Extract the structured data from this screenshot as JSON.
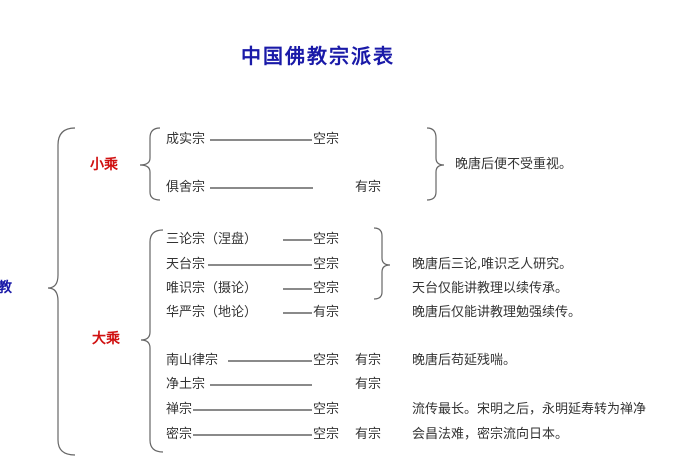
{
  "title": "中国佛教宗派表",
  "root": "教",
  "groups": {
    "hinayana": {
      "label": "小乘",
      "rows": [
        {
          "school": "成实宗",
          "kong": "空宗",
          "you": ""
        },
        {
          "school": "俱舍宗",
          "kong": "",
          "you": "有宗"
        }
      ],
      "note": "晚唐后便不受重视。"
    },
    "mahayana": {
      "label": "大乘",
      "rows": [
        {
          "school": "三论宗（涅盘）",
          "kong": "空宗",
          "you": ""
        },
        {
          "school": "天台宗",
          "kong": "空宗",
          "you": ""
        },
        {
          "school": "唯识宗（摄论）",
          "kong": "空宗",
          "you": ""
        },
        {
          "school": "华严宗（地论）",
          "kong": "有宗",
          "you": ""
        },
        {
          "school": "南山律宗",
          "kong": "空宗",
          "you": "有宗"
        },
        {
          "school": "净土宗",
          "kong": "",
          "you": "有宗"
        },
        {
          "school": "禅宗",
          "kong": "空宗",
          "you": ""
        },
        {
          "school": "密宗",
          "kong": "空宗",
          "you": "有宗"
        }
      ],
      "notes": [
        "晚唐后三论,唯识乏人研究。",
        "天台仅能讲教理以续传承。",
        "晚唐后仅能讲教理勉强续传。",
        "晚唐后苟延残喘。",
        "流传最长。宋明之后，永明延寿转为禅净",
        "会昌法难，密宗流向日本。"
      ]
    }
  }
}
